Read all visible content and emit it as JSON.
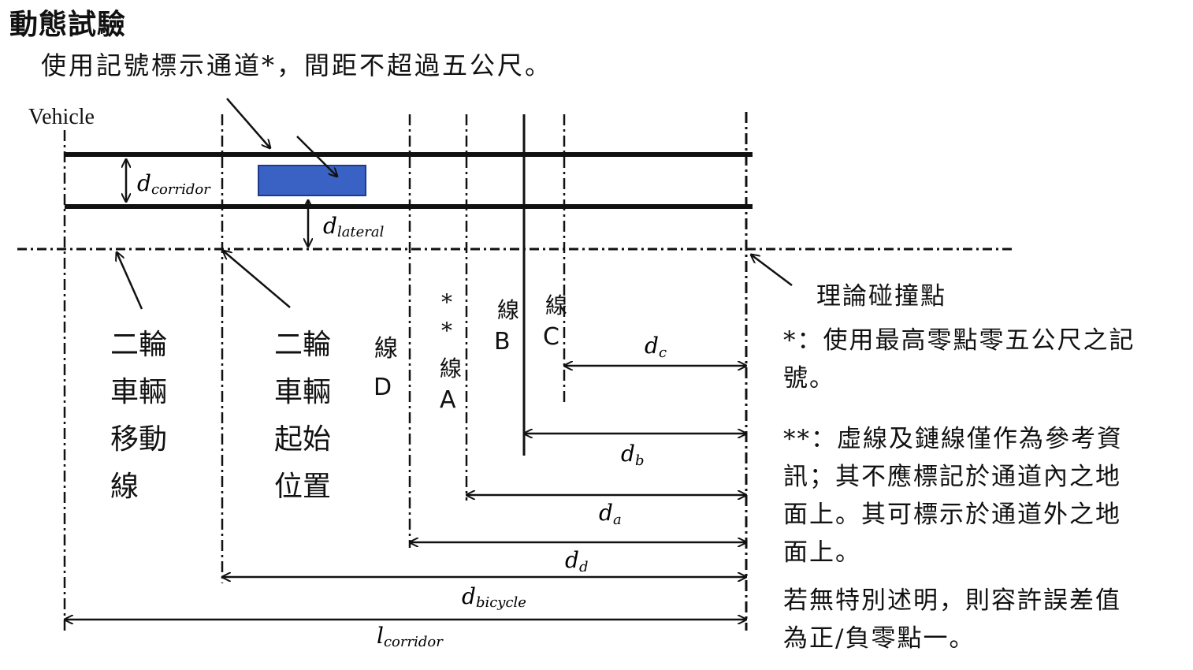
{
  "title": "動態試驗",
  "subtitle": "使用記號標示通道*，間距不超過五公尺。",
  "vehicle_label": "Vehicle",
  "collision_point_label": "理論碰撞點",
  "bicycle_move_line": [
    "二輪",
    "車輛",
    "移動",
    "線"
  ],
  "bicycle_start_position": [
    "二輪",
    "車輛",
    "起始",
    "位置"
  ],
  "lines": {
    "D": {
      "word": "線",
      "letter": "D"
    },
    "A": {
      "stars": [
        "*",
        "*"
      ],
      "word": "線",
      "letter": "A"
    },
    "B": {
      "word": "線",
      "letter": "B"
    },
    "C": {
      "word": "線",
      "letter": "C"
    }
  },
  "dimensions": {
    "corridor": {
      "base": "d",
      "sub": "corridor"
    },
    "lateral": {
      "base": "d",
      "sub": "lateral"
    },
    "c": {
      "base": "d",
      "sub": "c"
    },
    "b": {
      "base": "d",
      "sub": "b"
    },
    "a": {
      "base": "d",
      "sub": "a"
    },
    "d": {
      "base": "d",
      "sub": "d"
    },
    "bicycle": {
      "base": "d",
      "sub": "bicycle"
    },
    "l_corridor": {
      "base": "l",
      "sub": "corridor"
    }
  },
  "notes": [
    {
      "lines": [
        "*：使用最高零點零五公尺之記",
        "號。"
      ]
    },
    {
      "lines": [
        "**：虛線及鏈線僅作為參考資",
        "訊；其不應標記於通道內之地",
        "面上。其可標示於通道外之地",
        "面上。"
      ]
    },
    {
      "lines": [
        "若無特別述明，則容許誤差值",
        "為正/負零點一。"
      ]
    }
  ],
  "colors": {
    "vehicle_fill": "#3a62c4",
    "vehicle_stroke": "#1d3b8a",
    "line": "#111111"
  }
}
